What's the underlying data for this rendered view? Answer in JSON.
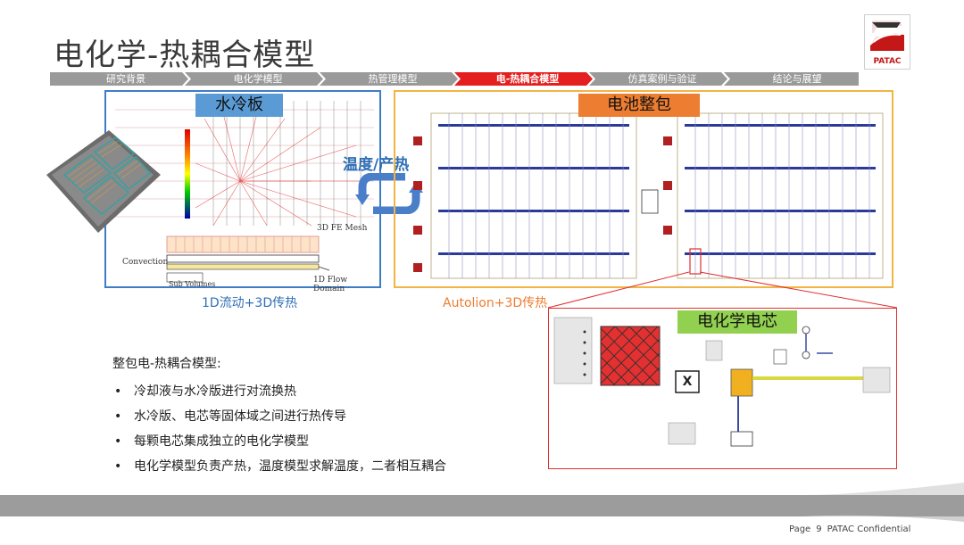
{
  "slide": {
    "title": "电化学-热耦合模型",
    "logo_text": "PATAC"
  },
  "nav": {
    "steps": [
      "研究背景",
      "电化学模型",
      "热管理模型",
      "电-热耦合模型",
      "仿真案例与验证",
      "结论与展望"
    ],
    "active_index": 3,
    "active_color": "#e41f1f",
    "inactive_color": "#9a9a9a"
  },
  "figures": {
    "cold_plate": {
      "tag": "水冷板",
      "mesh_label": "3D FE Mesh",
      "convection_label": "Convection",
      "flow_label": "1D Flow Domain",
      "sub_label": "Sub Volumes",
      "caption": "1D流动+3D传热",
      "tag_color": "#5b9bd5",
      "caption_color": "#2f6fb5"
    },
    "coupling": {
      "label": "温度/产热",
      "color": "#2f6fb5"
    },
    "pack": {
      "tag": "电池整包",
      "caption": "Autolion+3D传热",
      "tag_color": "#ed7d31",
      "caption_color": "#ed7d31"
    },
    "cell": {
      "tag": "电化学电芯",
      "tag_color": "#92d050",
      "x_label": "X"
    }
  },
  "bullets": {
    "title": "整包电-热耦合模型:",
    "items": [
      "冷却液与水冷版进行对流换热",
      "水冷版、电芯等固体域之间进行热传导",
      "每颗电芯集成独立的电化学模型",
      "电化学模型负责产热，温度模型求解温度，二者相互耦合"
    ],
    "marker": "•"
  },
  "footer": {
    "page_label": "Page",
    "page_number": "9",
    "confidential": "PATAC Confidential"
  }
}
